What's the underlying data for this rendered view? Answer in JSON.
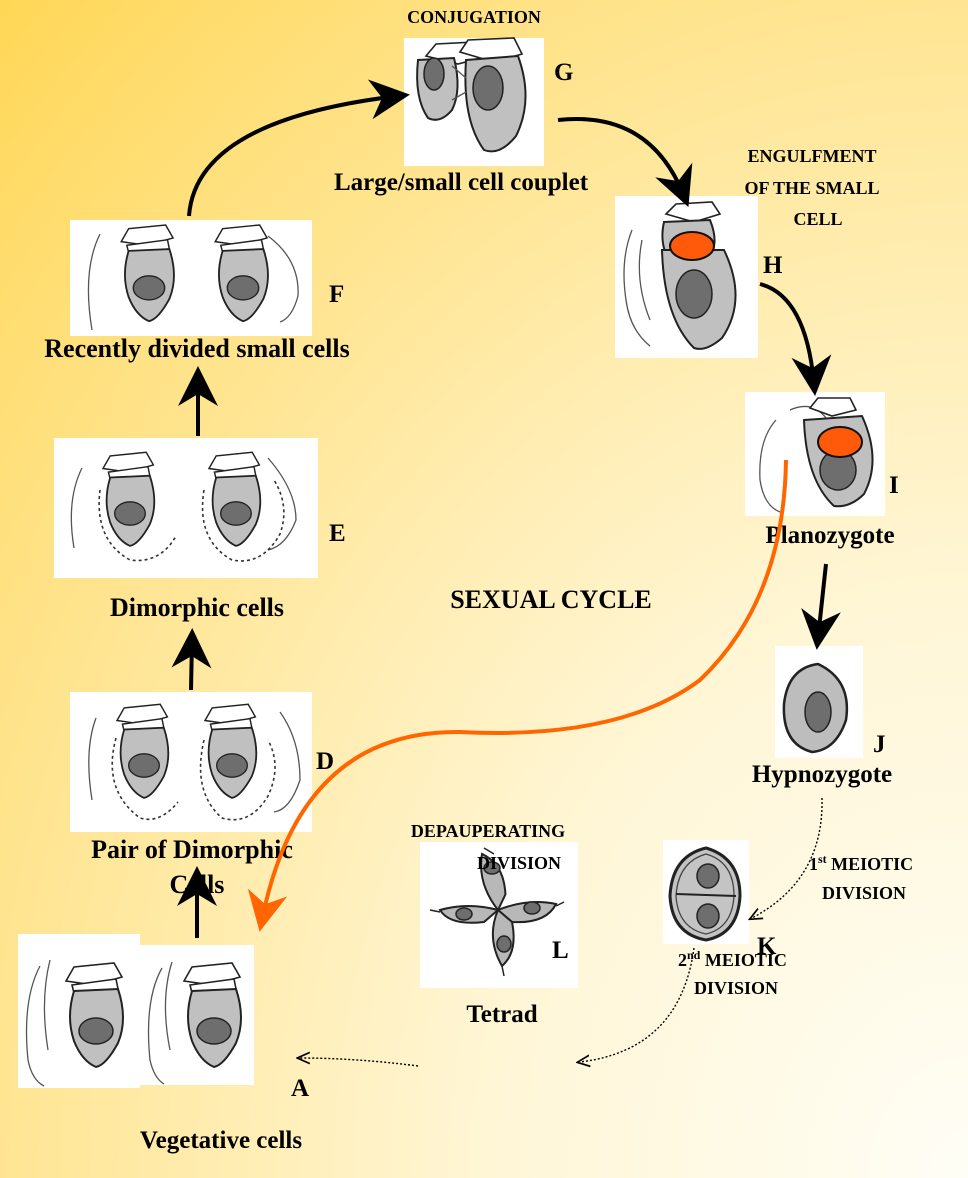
{
  "center_title": "SEXUAL CYCLE",
  "stages": {
    "A": {
      "letter": "A",
      "label": "Vegetative cells"
    },
    "D": {
      "letter": "D",
      "label_line1": "Pair of Dimorphic",
      "label_line2": "Cells"
    },
    "E": {
      "letter": "E",
      "label": "Dimorphic cells"
    },
    "F": {
      "letter": "F",
      "label": "Recently divided small cells"
    },
    "G": {
      "letter": "G",
      "title": "CONJUGATION",
      "label": "Large/small cell couplet"
    },
    "H": {
      "letter": "H",
      "label_line1": "ENGULFMENT",
      "label_line2": "OF THE SMALL",
      "label_line3": "CELL"
    },
    "I": {
      "letter": "I",
      "label": "Planozygote"
    },
    "J": {
      "letter": "J",
      "label": "Hypnozygote"
    },
    "K": {
      "letter": "K",
      "label_line1_base": "1",
      "label_line1_sup": "st",
      "label_line1_rest": " MEIOTIC",
      "label_line2": "DIVISION"
    },
    "L": {
      "letter": "L",
      "label": "Tetrad",
      "title_line1": "DEPAUPERATING",
      "title_line2": "DIVISION",
      "division_base": "2",
      "division_sup": "nd",
      "division_rest": " MEIOTIC",
      "division_line2": "DIVISION"
    }
  },
  "colors": {
    "orange": "#ff6600",
    "orange_fill": "#ff5a0a",
    "arrow": "#000000"
  }
}
